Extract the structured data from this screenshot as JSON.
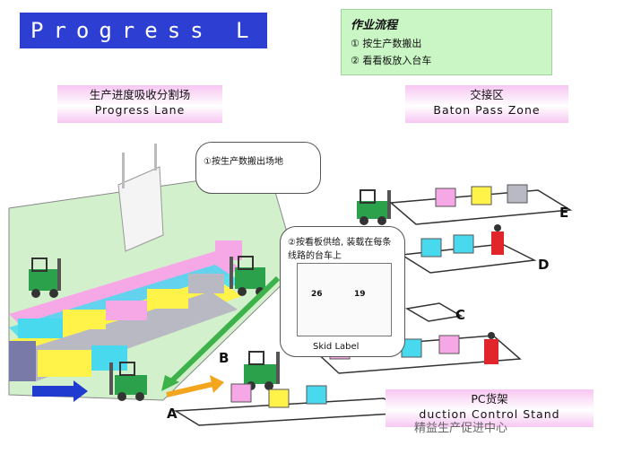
{
  "title": "Progress L",
  "work_flow": {
    "title": "作业流程",
    "step1": "① 按生产数搬出",
    "step2": "② 看看板放入台车"
  },
  "progress_lane": {
    "cn": "生产进度吸收分割场",
    "en": "Progress Lane"
  },
  "baton_zone": {
    "cn": "交接区",
    "en": "Baton Pass Zone"
  },
  "pc_rack": {
    "cn": "PC货架",
    "en": "duction Control Stand"
  },
  "bubble1": {
    "text": "①按生产数搬出场地"
  },
  "bubble2": {
    "text": "②按看板供给, 装载在每条线路的台车上",
    "num1": "26",
    "num2": "19",
    "skid_label": "Skid Label"
  },
  "lane_letters": {
    "e": "E",
    "d": "D",
    "c": "C",
    "b": "B",
    "a": "A"
  },
  "watermark": "精益生产促进中心",
  "colors": {
    "title_bg": "#2d3fd2",
    "floor": "#d3f0cc",
    "lane": "#ffffff",
    "box_yellow": "#fff34a",
    "box_pink": "#f6a8e6",
    "box_cyan": "#49d9ef",
    "box_gray": "#b9b9c4",
    "arrow_blue": "#1f3bd0",
    "arrow_green": "#3db24a",
    "arrow_orange": "#f4a51e"
  }
}
